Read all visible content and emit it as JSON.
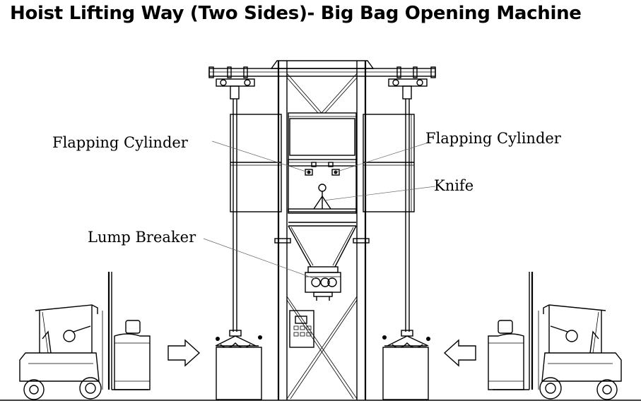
{
  "title": "Hoist Lifting Way (Two Sides)- Big Bag Opening Machine",
  "labels": {
    "flapping_cylinder_left": "Flapping Cylinder",
    "flapping_cylinder_right": "Flapping Cylinder",
    "knife": "Knife",
    "lump_breaker": "Lump Breaker"
  }
}
